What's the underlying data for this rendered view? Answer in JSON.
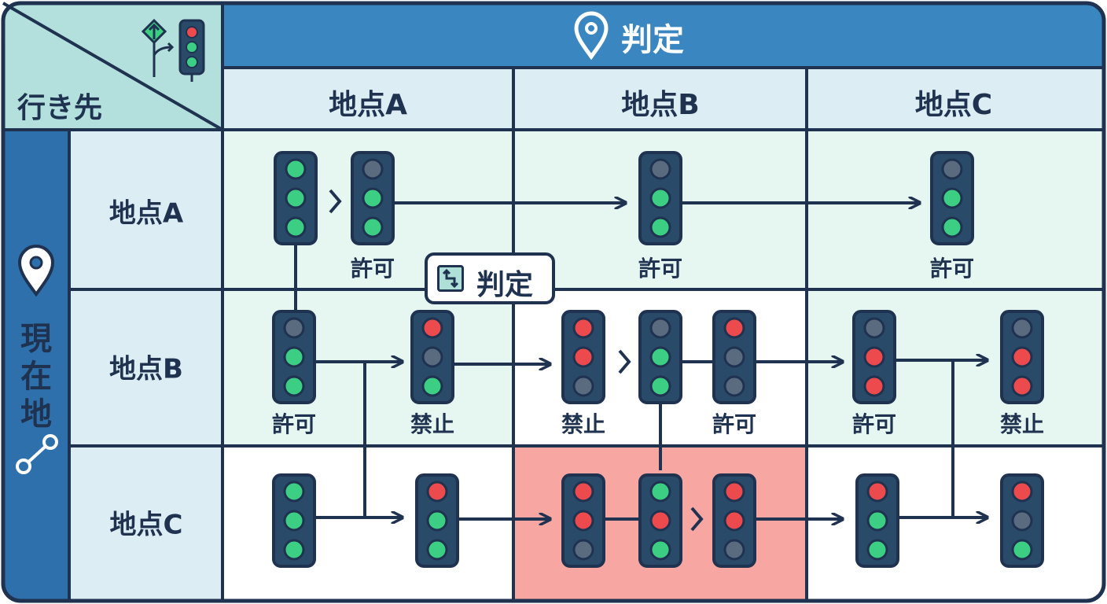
{
  "header": {
    "title": "判定",
    "icon": "location-pin-icon"
  },
  "corner": {
    "label": "行き先",
    "icon": "traffic-signal-icon"
  },
  "side": {
    "chars": [
      "現",
      "在",
      "地"
    ],
    "top_icon": "location-pin-icon",
    "bottom_icon": "route-icon"
  },
  "columns": [
    "地点A",
    "地点B",
    "地点C"
  ],
  "rows": [
    "地点A",
    "地点B",
    "地点C"
  ],
  "callout": {
    "label": "判定",
    "icon": "route-split-icon"
  },
  "state_labels": {
    "a1": "許可",
    "a2": "許可",
    "a3": "許可",
    "b1": "許可",
    "b2": "禁止",
    "b3": "禁止",
    "b4": "許可",
    "b5": "許可",
    "b6": "禁止"
  },
  "colors": {
    "navy": "#1f3350",
    "header_blue": "#3a86c0",
    "sidebar_blue": "#2e70ac",
    "corner_teal": "#b3e0dc",
    "col_header_bg": "#dcedf4",
    "row_header_bg": "#dcedf4",
    "cell_mint": "#e6f6f0",
    "cell_white": "#ffffff",
    "cell_alert": "#f7a6a2",
    "lamp_green": "#3ccf83",
    "lamp_red": "#ec4a4c",
    "lamp_off": "#5a6b80",
    "signal_body": "#2a4a6a"
  }
}
